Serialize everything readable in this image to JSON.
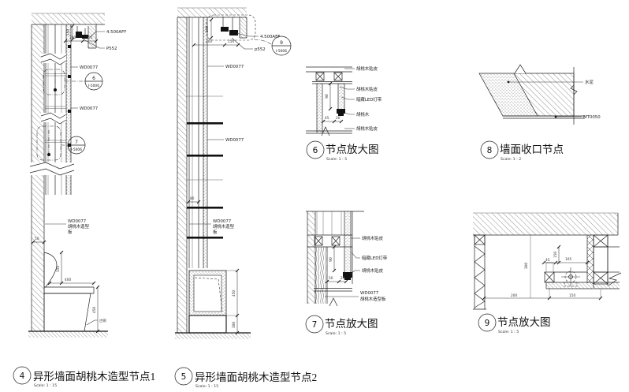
{
  "sheet": {
    "background": "#ffffff",
    "line_color": "#222222"
  },
  "details": {
    "d4": {
      "number": "4",
      "title": "异形墙面胡桃木造型节点1",
      "scale": "Scale: 1 : 15",
      "labels": {
        "aff": "4.500AFF",
        "p552": "P552",
        "wd0077_top": "WD0077",
        "wd0077_mid": "WD0077",
        "panel_code": "WD0077",
        "panel_desc": "胡桃木造型",
        "panel_desc2": "板",
        "bronze": "古铜"
      },
      "callout_6": {
        "num": "6",
        "sheet": "I-5006"
      },
      "callout_7": {
        "num": "7",
        "sheet": "I-5006"
      },
      "dims": {
        "top_w1": "200",
        "top_w2": "150",
        "top_h": "150",
        "wall": "50",
        "seat_w": "400",
        "back_h": "350",
        "front_h": "450"
      }
    },
    "d5": {
      "number": "5",
      "title": "异形墙面胡桃木造型节点2",
      "scale": "Scale: 1 : 15",
      "labels": {
        "aff": "4.500AFF",
        "p552": "p552",
        "wd0077_top": "WD0077",
        "wd0077_mid": "WD0077",
        "panel_code": "WD0077",
        "panel_desc": "胡桃木造型",
        "panel_desc2": "板"
      },
      "callout_9": {
        "num": "9",
        "sheet": "I-5006"
      },
      "dims": {
        "top_w1": "200",
        "top_w2": "150",
        "top_h": "150",
        "gap": "80",
        "cab_h": "450",
        "base_h": "300"
      }
    },
    "d6": {
      "number": "6",
      "title": "节点放大图",
      "scale": "Scale: 1 : 5",
      "labels": {
        "veneer_top": "胡桃木贴皮",
        "veneer_mid": "胡桃木贴皮",
        "led": "暗藏LED灯带",
        "walnut": "胡桃木",
        "veneer_bot": "胡桃木贴皮"
      },
      "dims": {
        "depth": "90",
        "w1": "45",
        "w2": "20"
      }
    },
    "d7": {
      "number": "7",
      "title": "节点放大图",
      "scale": "Scale: 1 : 5",
      "labels": {
        "veneer_top": "胡桃木贴皮",
        "led": "暗藏LED灯带",
        "veneer_mid": "胡桃木贴皮",
        "panel_code": "WD0077",
        "panel_desc": "胡桃木造型板"
      },
      "dims": {
        "depth": "90",
        "w1": "50",
        "w2": "20"
      }
    },
    "d8": {
      "number": "8",
      "title": "墙面收口节点",
      "scale": "Scale: 1 : 2",
      "labels": {
        "cement": "水泥",
        "mt0050": "MT0050"
      }
    },
    "d9": {
      "number": "9",
      "title": "节点放大图",
      "scale": "Scale: 1 : 5",
      "dims": {
        "v150": "150",
        "w45": "45",
        "w105": "105",
        "b200": "200",
        "b150": "150",
        "v300": "300"
      }
    }
  }
}
